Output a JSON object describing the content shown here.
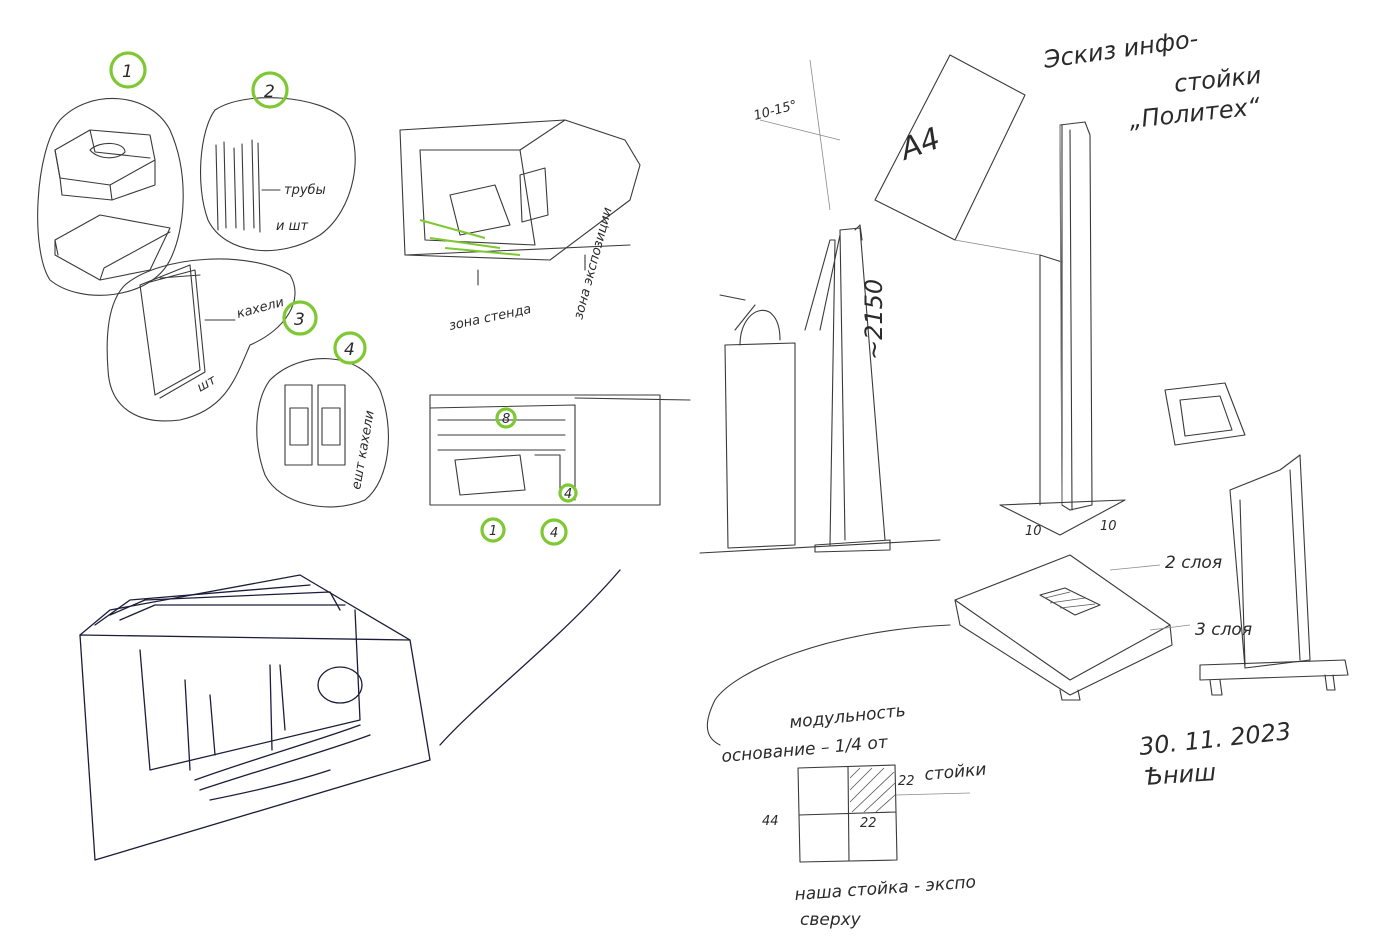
{
  "sheet": {
    "background": "#ffffff",
    "pencil_color": "#3a3a3a",
    "pen_color": "#1c1c3a",
    "highlight_color": "#7ec832"
  },
  "title_note": {
    "line1": "Эскиз инфо-",
    "line2": "стойки",
    "line3": "„Политех“"
  },
  "concept_blobs": {
    "numbers": [
      "1",
      "2",
      "3",
      "4"
    ],
    "blob2_label_a": "трубы",
    "blob2_label_b": "и шт",
    "blob3_label_a": "кахели",
    "blob3_label_b": "шт",
    "blob4_label": "ешт кахели"
  },
  "stand_sketch": {
    "label_stands": "зона стенда",
    "label_expo": "зона экспозиции"
  },
  "plan_sketch": {
    "numbers": [
      "8",
      "1",
      "4",
      "4"
    ]
  },
  "side_view": {
    "angle": "10-15°",
    "height": "~2150"
  },
  "tall_stand": {
    "panel": "A4",
    "dim_a": "10",
    "dim_b": "10",
    "layers_top": "2 слоя",
    "layers_bottom": "3 слоя"
  },
  "modularity": {
    "title": "модульность",
    "line2": "основание – 1/4 от",
    "line3": "стойки",
    "side_44": "44",
    "side_22a": "22",
    "side_22b": "22",
    "caption1": "наша стойка - экспо",
    "caption2": "сверху"
  },
  "signature": {
    "date": "30. 11. 2023",
    "sign": "Ѣниш"
  }
}
